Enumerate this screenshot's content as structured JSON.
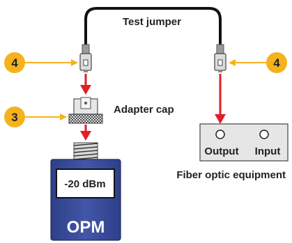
{
  "labels": {
    "test_jumper": "Test jumper",
    "adapter_cap": "Adapter cap",
    "fiber_optic_equipment": "Fiber optic equipment",
    "output": "Output",
    "input": "Input",
    "opm_reading": "-20 dBm",
    "opm": "OPM"
  },
  "badges": {
    "left_connector": "4",
    "right_connector": "4",
    "adapter": "3"
  },
  "colors": {
    "badge_fill": "#f4b21c",
    "badge_arrow": "#f4b21c",
    "red_arrow": "#e01f26",
    "opm_body": "#3d4f9e",
    "cable": "#111111"
  }
}
